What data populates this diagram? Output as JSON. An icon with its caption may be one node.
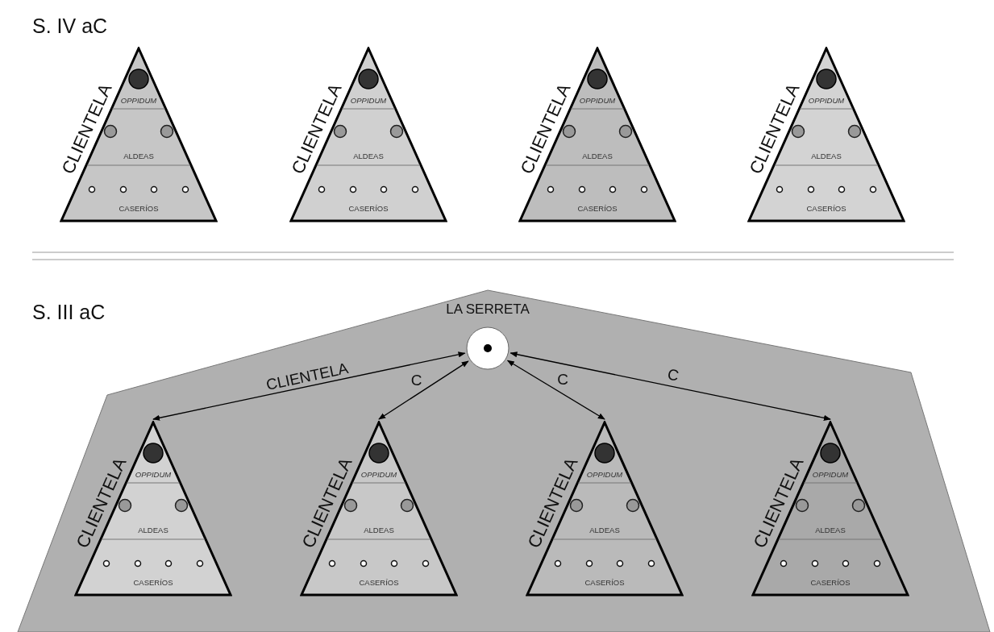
{
  "diagram": {
    "nodes": [
      {
        "text": [
          "OPPIDUM",
          "ALDEAS",
          "CASERÍOS"
        ],
        "beside": [
          "CLIENTELA"
        ]
      },
      {
        "text": [
          "OPPIDUM",
          "ALDEAS",
          "CASERÍOS"
        ],
        "beside": [
          "CLIENTELA"
        ]
      },
      {
        "text": [
          "OPPIDUM",
          "ALDEAS",
          "CASERÍOS"
        ],
        "beside": [
          "CLIENTELA"
        ]
      },
      {
        "text": [
          "OPPIDUM",
          "ALDEAS",
          "CASERÍOS"
        ],
        "beside": [
          "CLIENTELA"
        ]
      },
      {
        "text": [],
        "shape": "polygon"
      },
      {
        "text": [],
        "shape": "circle",
        "beside": [
          "LA SERRETA"
        ],
        "in": 4
      },
      {
        "text": [
          "OPPIDUM",
          "ALDEAS",
          "CASERÍOS"
        ],
        "beside": [
          "CLIENTELA"
        ],
        "in": 4
      },
      {
        "text": [
          "OPPIDUM",
          "ALDEAS",
          "CASERÍOS"
        ],
        "beside": [
          "CLIENTELA"
        ],
        "in": 4
      },
      {
        "text": [
          "OPPIDUM",
          "ALDEAS",
          "CASERÍOS"
        ],
        "beside": [
          "CLIENTELA"
        ],
        "in": 4
      },
      {
        "text": [
          "OPPIDUM",
          "ALDEAS",
          "CASERÍOS"
        ],
        "beside": [
          "CLIENTELA"
        ],
        "in": 4
      }
    ],
    "edges": [
      {
        "from": 5,
        "to": 6,
        "arrow": "both",
        "label": "CLIENTELA"
      },
      {
        "from": 5,
        "to": 7,
        "arrow": "both",
        "label": "C"
      },
      {
        "from": 5,
        "to": 8,
        "arrow": "both",
        "label": "C"
      },
      {
        "from": 5,
        "to": 9,
        "arrow": "both",
        "label": "C"
      }
    ],
    "labels": [
      "S. IV aC",
      "S. III aC"
    ]
  }
}
